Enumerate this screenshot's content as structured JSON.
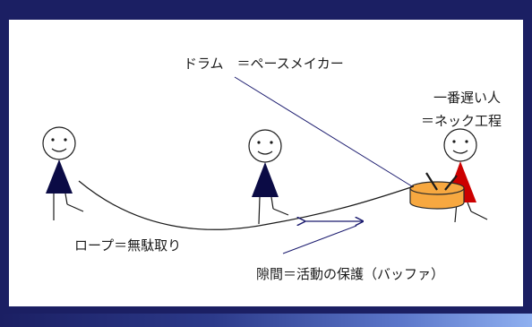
{
  "labels": {
    "drum": "ドラム　＝ペースメイカー",
    "slowest_line1": "一番遅い人",
    "slowest_line2": "＝ネック工程",
    "rope": "ロープ＝無駄取り",
    "gap": "隙間＝活動の保護（バッファ）"
  },
  "colors": {
    "frame": "#1b1f63",
    "person_body": "#0b0b45",
    "drummer_body": "#cc0000",
    "drum_fill": "#f7a840",
    "drum_outline": "#2a2a2a",
    "line": "#1a1a1a",
    "arrow": "#1a1a6e"
  }
}
